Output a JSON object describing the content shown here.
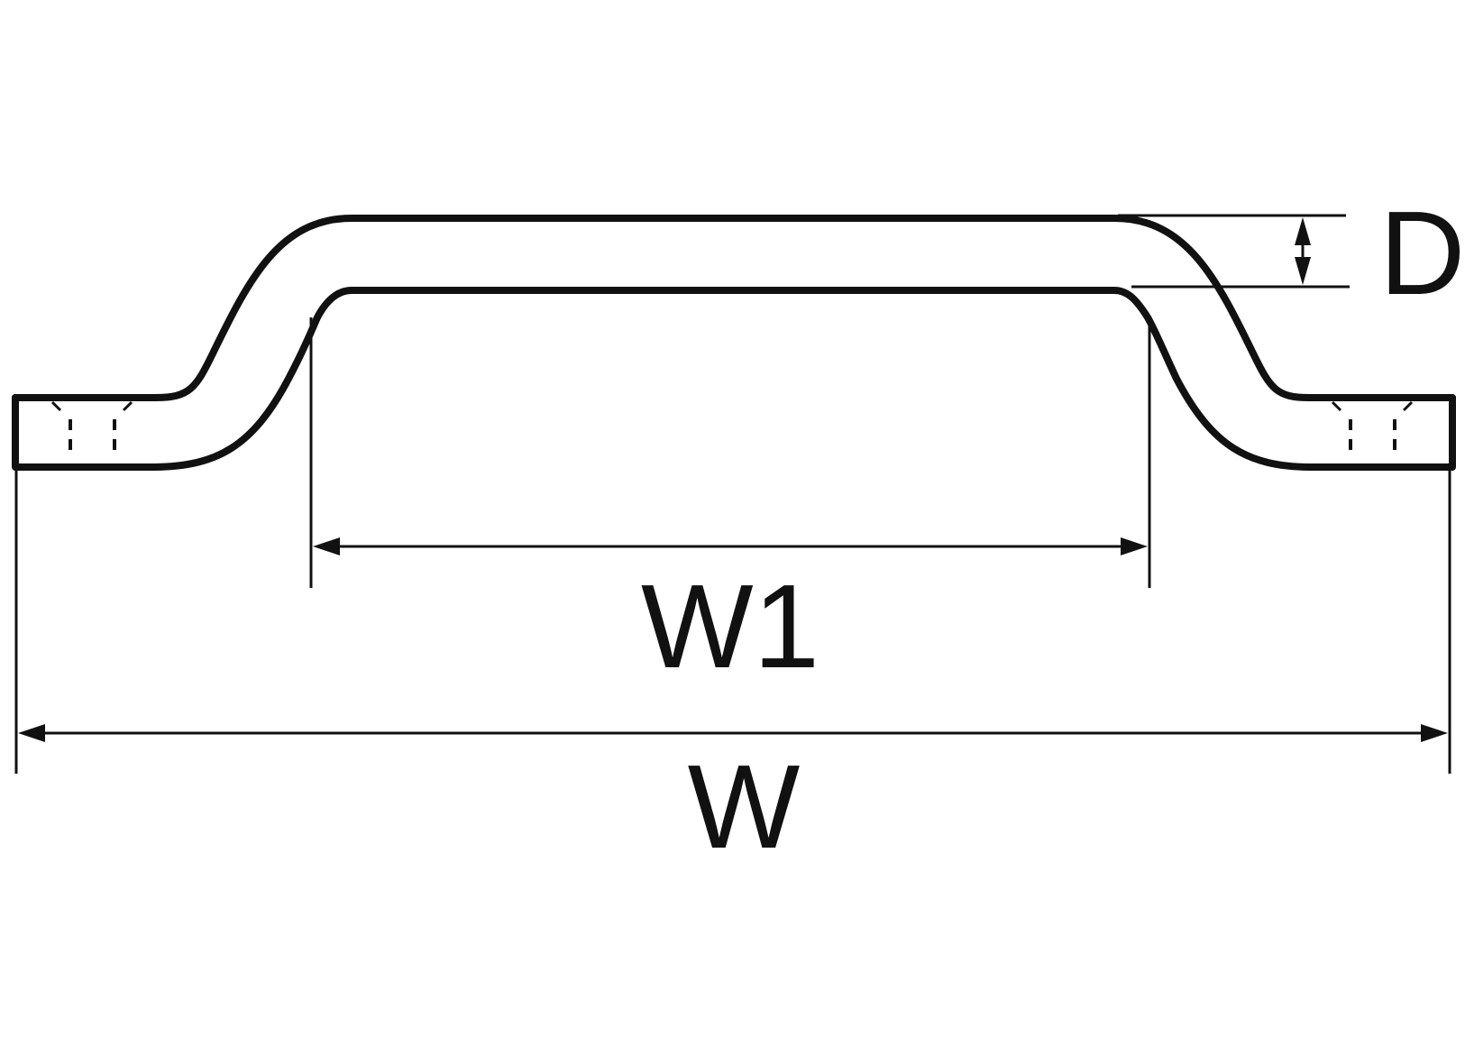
{
  "diagram": {
    "labels": {
      "depth": "D",
      "inner_width": "W1",
      "overall_width": "W"
    },
    "colors": {
      "line": "#111111",
      "background": "#ffffff"
    }
  }
}
